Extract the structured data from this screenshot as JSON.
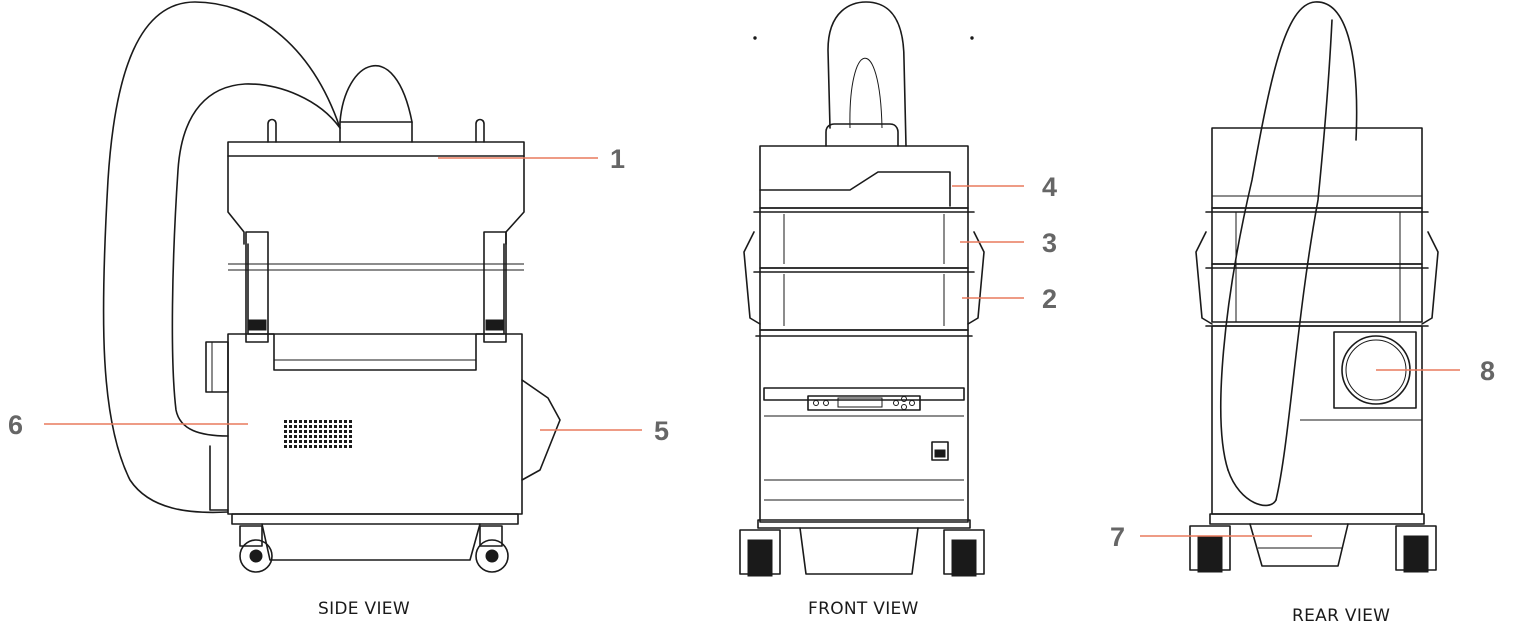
{
  "colors": {
    "leader": "#e87a5d",
    "callout_text": "#666666",
    "line": "#1a1a1a"
  },
  "views": [
    {
      "id": "side",
      "label": "SIDE VIEW"
    },
    {
      "id": "front",
      "label": "FRONT VIEW"
    },
    {
      "id": "rear",
      "label": "REAR VIEW"
    }
  ],
  "callouts": [
    {
      "number": "1"
    },
    {
      "number": "2"
    },
    {
      "number": "3"
    },
    {
      "number": "4"
    },
    {
      "number": "5"
    },
    {
      "number": "6"
    },
    {
      "number": "7"
    },
    {
      "number": "8"
    }
  ]
}
